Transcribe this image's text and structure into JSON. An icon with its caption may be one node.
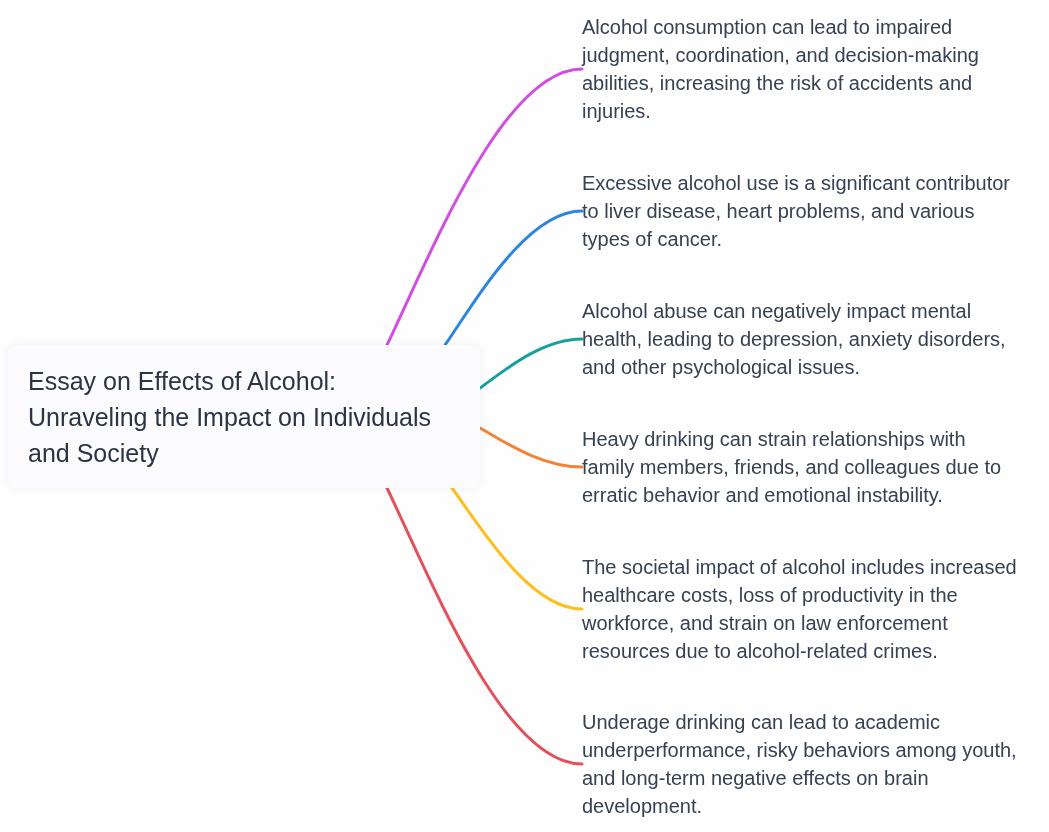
{
  "diagram": {
    "nodes": [
      {
        "text": [
          "Essay on Effects of Alcohol: Unraveling the Impact on Individuals and Society"
        ]
      },
      {
        "text": [
          "Alcohol consumption can lead to impaired judgment, coordination, and decision-making abilities, increasing the risk of accidents and injuries."
        ]
      },
      {
        "text": [
          "Excessive alcohol use is a significant contributor to liver disease, heart problems, and various types of cancer."
        ]
      },
      {
        "text": [
          "Alcohol abuse can negatively impact mental health, leading to depression, anxiety disorders, and other psychological issues."
        ]
      },
      {
        "text": [
          "Heavy drinking can strain relationships with family members, friends, and colleagues due to erratic behavior and emotional instability."
        ]
      },
      {
        "text": [
          "The societal impact of alcohol includes increased healthcare costs, loss of productivity in the workforce, and strain on law enforcement resources due to alcohol-related crimes."
        ]
      },
      {
        "text": [
          "Underage drinking can lead to academic underperformance, risky behaviors among youth, and long-term negative effects on brain development."
        ]
      }
    ],
    "edges": [
      {
        "from": 0,
        "to": 1,
        "arrow": "none",
        "color": "#d04fe0"
      },
      {
        "from": 0,
        "to": 2,
        "arrow": "none",
        "color": "#2b86e2"
      },
      {
        "from": 0,
        "to": 3,
        "arrow": "none",
        "color": "#17a09c"
      },
      {
        "from": 0,
        "to": 4,
        "arrow": "none",
        "color": "#f2843a"
      },
      {
        "from": 0,
        "to": 5,
        "arrow": "none",
        "color": "#fcbf1e"
      },
      {
        "from": 0,
        "to": 6,
        "arrow": "none",
        "color": "#e2525d"
      }
    ]
  }
}
